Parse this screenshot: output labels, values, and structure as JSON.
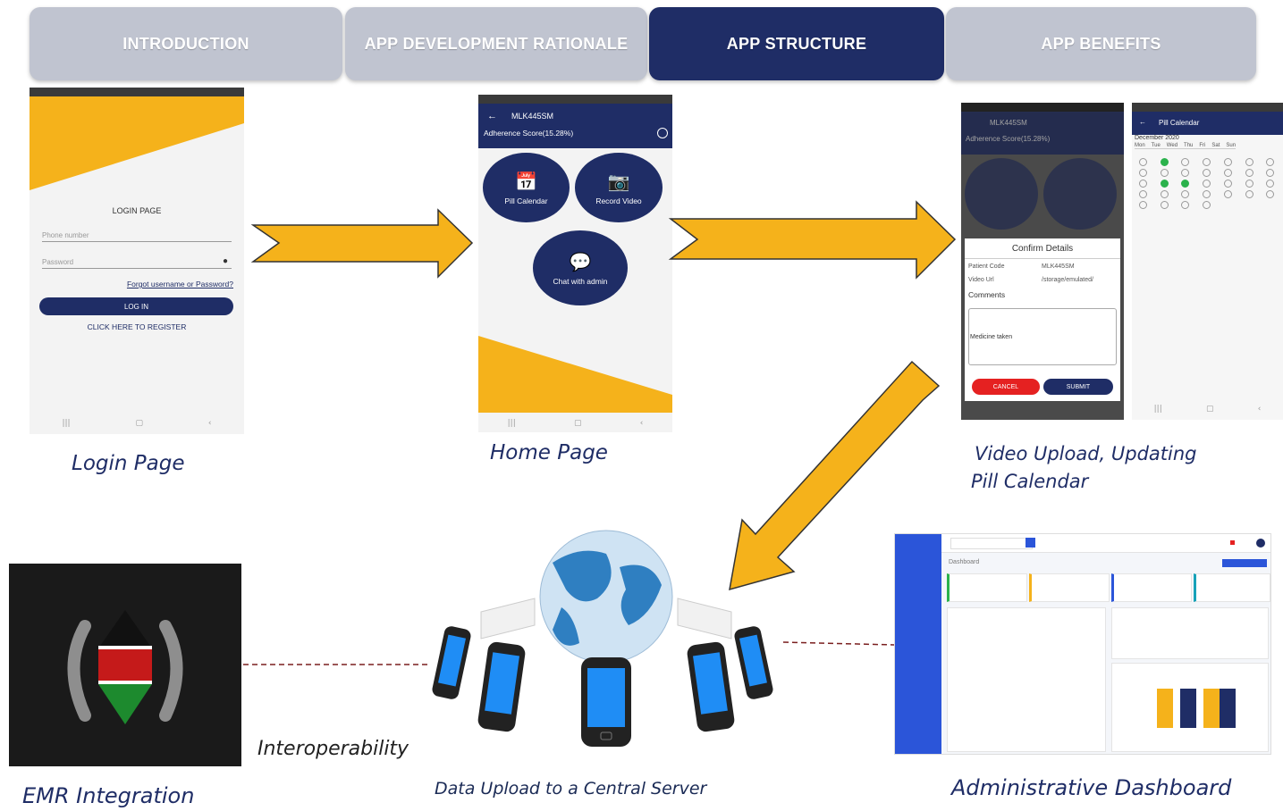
{
  "tabs": [
    {
      "label": "INTRODUCTION",
      "active": false
    },
    {
      "label": "APP DEVELOPMENT RATIONALE",
      "active": false
    },
    {
      "label": "APP STRUCTURE",
      "active": true
    },
    {
      "label": "APP BENEFITS",
      "active": false
    }
  ],
  "colors": {
    "navy": "#1f2d66",
    "amber": "#f5b21b",
    "tab_inactive": "#c0c4d0",
    "green": "#2bb24c",
    "red": "#e52121",
    "dash_blue": "#2b55d9"
  },
  "login_screen": {
    "title": "LOGIN PAGE",
    "phone_placeholder": "Phone number",
    "password_placeholder": "Password",
    "forgot_link": "Forgot username or Password?",
    "login_button": "LOG IN",
    "register_link": "CLICK HERE TO REGISTER"
  },
  "home_screen": {
    "patient_id": "MLK445SM",
    "adherence": "Adherence Score(15.28%)",
    "pill_calendar": "Pill Calendar",
    "record_video": "Record Video",
    "chat_admin": "Chat with admin"
  },
  "confirm_dialog": {
    "title": "Confirm Details",
    "patient_code_label": "Patient Code",
    "patient_code_value": "MLK445SM",
    "video_url_label": "Video Url",
    "video_url_value": "/storage/emulated/",
    "comments_label": "Comments",
    "comment_text": "Medicine taken",
    "cancel": "CANCEL",
    "submit": "SUBMIT"
  },
  "calendar_screen": {
    "title": "Pill Calendar",
    "month": "December 2020",
    "weekdays": [
      "Mon",
      "Tue",
      "Wed",
      "Thu",
      "Fri",
      "Sat",
      "Sun"
    ]
  },
  "dashboard": {
    "heading": "Dashboard"
  },
  "captions": {
    "login": "Login Page",
    "home": "Home Page",
    "video_upload_line1": "Video Upload, Updating",
    "video_upload_line2": "Pill Calendar",
    "emr": "EMR Integration",
    "interoperability": "Interoperability",
    "server": "Data Upload to a Central Server",
    "dashboard": "Administrative Dashboard"
  }
}
